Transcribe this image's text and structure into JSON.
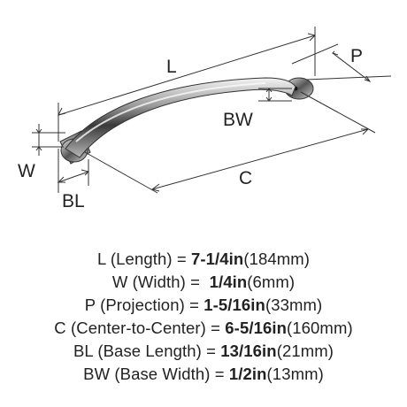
{
  "diagram": {
    "labels": {
      "length": "L",
      "projection": "P",
      "base_width": "BW",
      "width": "W",
      "center_to_center": "C",
      "base_length": "BL"
    }
  },
  "specs": [
    {
      "name": "L (Length) = ",
      "value": "7-1/4in",
      "metric": "(184mm)"
    },
    {
      "name": "W (Width) =  ",
      "value": "1/4in",
      "metric": "(6mm)"
    },
    {
      "name": "P (Projection) = ",
      "value": "1-5/16in",
      "metric": "(33mm)"
    },
    {
      "name": "C (Center-to-Center) = ",
      "value": "6-5/16in",
      "metric": "(160mm)"
    },
    {
      "name": "BL (Base Length) = ",
      "value": "13/16in",
      "metric": "(21mm)"
    },
    {
      "name": "BW (Base Width) = ",
      "value": "1/2in",
      "metric": "(13mm)"
    }
  ]
}
